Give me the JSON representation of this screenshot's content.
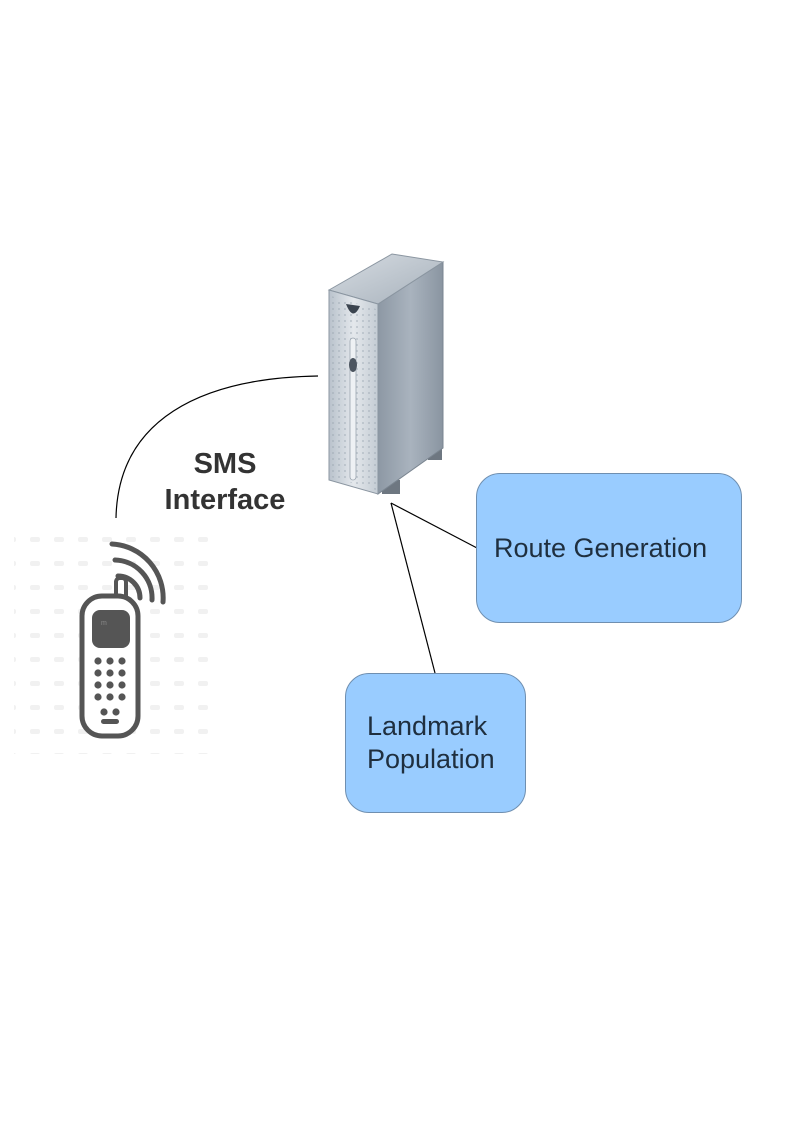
{
  "diagram": {
    "edge_label": {
      "line1": "SMS",
      "line2": "Interface"
    },
    "nodes": {
      "route_generation": "Route Generation",
      "landmark_population_line1": "Landmark",
      "landmark_population_line2": "Population"
    },
    "icons": {
      "phone": "mobile-phone-icon",
      "server": "server-tower-icon"
    },
    "colors": {
      "box_fill": "#99ccff",
      "label_text": "#333333",
      "connector": "#000000"
    }
  }
}
